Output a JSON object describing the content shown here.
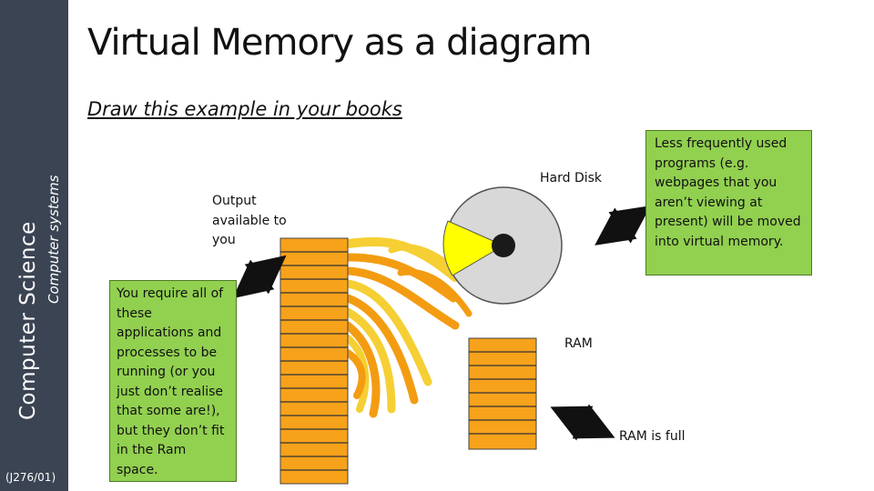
{
  "sidebar": {
    "subject": "Computer Science",
    "topic": "Computer systems",
    "code": "(J276/01)"
  },
  "title": "Virtual Memory as a diagram",
  "subtitle": "Draw this example in your books",
  "labels": {
    "hard_disk": "Hard Disk",
    "output": "Output available to you",
    "ram": "RAM",
    "ram_full": "RAM is full"
  },
  "boxes": {
    "requirements": "You require all of these applications and processes to be running (or you just don’t realise that some are!), but they don’t fit in the Ram space.",
    "less_used": "Less frequently used programs (e.g. webpages that you aren’t viewing at present) will be moved into virtual memory."
  },
  "colors": {
    "sidebar": "#3b4453",
    "box_green": "#92d050",
    "block_orange": "#f7a21b",
    "flow_orange": "#f39c12",
    "flow_yellow": "#f5cf33",
    "disk_gray": "#d8d8d8",
    "disk_wedge": "#ffff00"
  },
  "icons": {
    "disk": "hard-disk-icon",
    "arrows": "double-headed-arrow-icon"
  }
}
